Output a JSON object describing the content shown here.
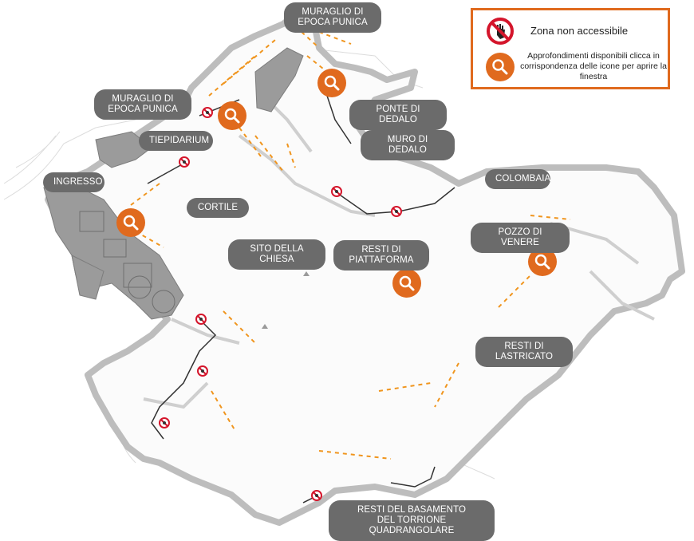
{
  "legend": {
    "no_access_label": "Zona non accessibile",
    "info_label": "Approfondimenti disponibili clicca in corrispondenza delle icone per aprire la finestra",
    "accent_color": "#e06a1e"
  },
  "labels": {
    "muraglio_top": "MURAGLIO DI\nEPOCA PUNICA",
    "muraglio_left": "MURAGLIO DI\nEPOCA PUNICA",
    "tiepidarium": "TIEPIDARIUM",
    "ingresso": "INGRESSO",
    "cortile": "CORTILE",
    "sito_chiesa": "SITO DELLA CHIESA",
    "resti_piattaforma": "RESTI DI\nPIATTAFORMA",
    "ponte_dedalo": "PONTE DI DEDALO",
    "muro_dedalo": "MURO DI DEDALO",
    "colombaia": "COLOMBAIA",
    "pozzo_venere": "POZZO DI VENERE",
    "resti_lastricato": "RESTI DI\nLASTRICATO",
    "resti_basamento": "RESTI DEL BASAMENTO\nDEL TORRIONE QUADRANGOLARE"
  },
  "icons": {
    "info": "magnifier-icon",
    "no_access": "no-entry-icon"
  }
}
